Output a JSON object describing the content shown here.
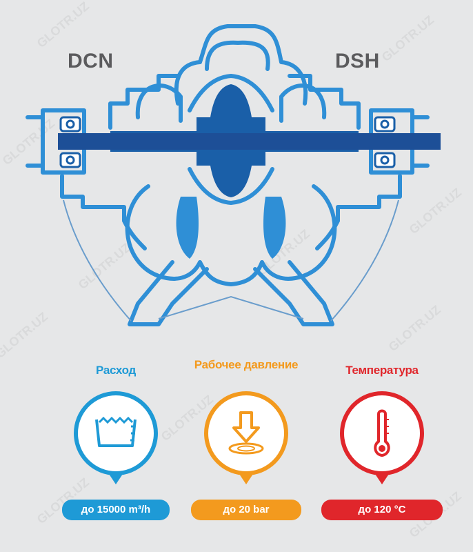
{
  "models": {
    "left": "DCN",
    "right": "DSH"
  },
  "params": [
    {
      "title": "Расход",
      "value": "до 15000 m³/h",
      "icon": "flow-tank-icon",
      "color": "#1e9ad6"
    },
    {
      "title": "Рабочее давление",
      "value": "до 20 bar",
      "icon": "pressure-arrow-icon",
      "color": "#f39a1e"
    },
    {
      "title": "Температура",
      "value": "до 120 °C",
      "icon": "thermometer-icon",
      "color": "#e0262b"
    }
  ],
  "watermark": "GLOTR.UZ",
  "colors": {
    "pump_light": "#2f8fd6",
    "pump_dark": "#1a5fa8",
    "shaft": "#1d4f97",
    "text_gray": "#5b5b5d"
  }
}
